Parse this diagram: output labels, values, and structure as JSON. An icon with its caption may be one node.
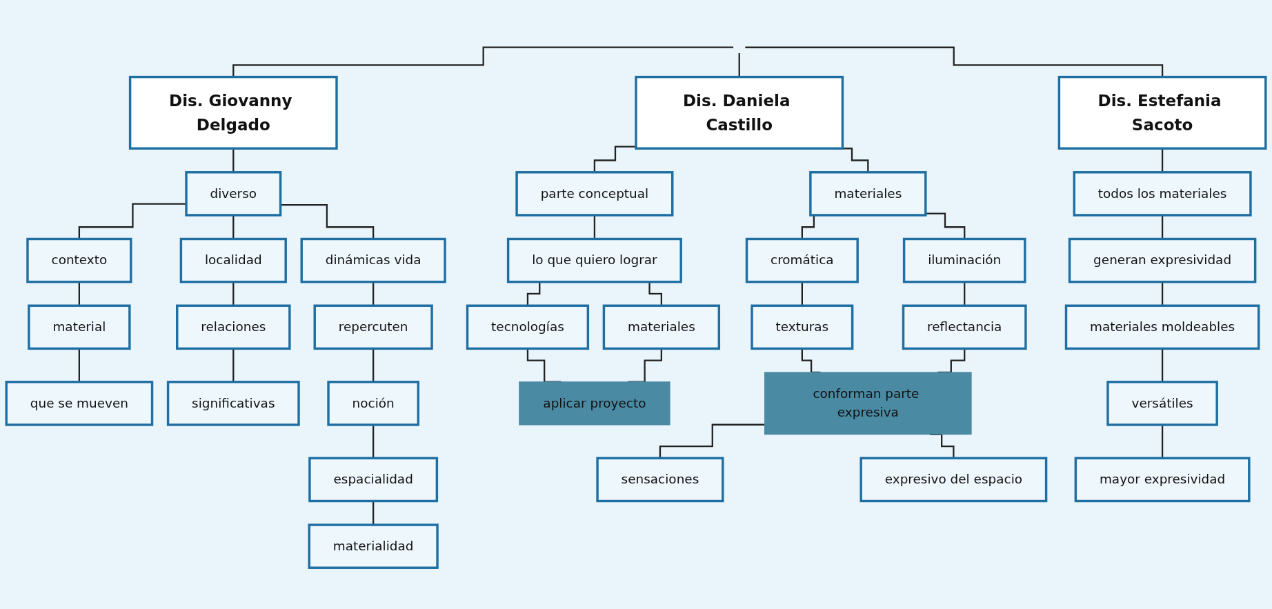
{
  "diagram": {
    "nodes": [
      {
        "text": [
          "Dis. Giovanny Delgado"
        ]
      },
      {
        "text": [
          "diverso"
        ]
      },
      {
        "text": [
          "contexto"
        ]
      },
      {
        "text": [
          "material"
        ]
      },
      {
        "text": [
          "que se mueven"
        ]
      },
      {
        "text": [
          "localidad"
        ]
      },
      {
        "text": [
          "relaciones"
        ]
      },
      {
        "text": [
          "significativas"
        ]
      },
      {
        "text": [
          "dinámicas vida"
        ]
      },
      {
        "text": [
          "repercuten"
        ]
      },
      {
        "text": [
          "noción"
        ]
      },
      {
        "text": [
          "espacialidad"
        ]
      },
      {
        "text": [
          "materialidad"
        ]
      },
      {
        "text": [
          "Dis. Daniela Castillo"
        ]
      },
      {
        "text": [
          "parte conceptual"
        ]
      },
      {
        "text": [
          "lo que quiero lograr"
        ]
      },
      {
        "text": [
          "tecnologías"
        ]
      },
      {
        "text": [
          "materiales"
        ]
      },
      {
        "text": [
          "aplicar proyecto"
        ]
      },
      {
        "text": [
          "materiales"
        ]
      },
      {
        "text": [
          "cromática"
        ]
      },
      {
        "text": [
          "texturas"
        ]
      },
      {
        "text": [
          "iluminación"
        ]
      },
      {
        "text": [
          "reflectancia"
        ]
      },
      {
        "text": [
          "conforman parte expresiva"
        ]
      },
      {
        "text": [
          "sensaciones"
        ]
      },
      {
        "text": [
          "expresivo del espacio"
        ]
      },
      {
        "text": [
          "Dis. Estefania Sacoto"
        ]
      },
      {
        "text": [
          "todos los materiales"
        ]
      },
      {
        "text": [
          "generan expresividad"
        ]
      },
      {
        "text": [
          "materiales moldeables"
        ]
      },
      {
        "text": [
          "versátiles"
        ]
      },
      {
        "text": [
          "mayor expresividad"
        ]
      }
    ],
    "edges": [
      {
        "from": null,
        "to": 0,
        "arrow": "none"
      },
      {
        "from": null,
        "to": 13,
        "arrow": "none"
      },
      {
        "from": null,
        "to": 27,
        "arrow": "none"
      },
      {
        "from": 0,
        "to": 1,
        "arrow": "none"
      },
      {
        "from": 1,
        "to": 2,
        "arrow": "none"
      },
      {
        "from": 1,
        "to": 5,
        "arrow": "none"
      },
      {
        "from": 1,
        "to": 8,
        "arrow": "none"
      },
      {
        "from": 2,
        "to": 3,
        "arrow": "none"
      },
      {
        "from": 3,
        "to": 4,
        "arrow": "none"
      },
      {
        "from": 5,
        "to": 6,
        "arrow": "none"
      },
      {
        "from": 6,
        "to": 7,
        "arrow": "none"
      },
      {
        "from": 8,
        "to": 9,
        "arrow": "none"
      },
      {
        "from": 9,
        "to": 10,
        "arrow": "none"
      },
      {
        "from": 10,
        "to": 11,
        "arrow": "none"
      },
      {
        "from": 11,
        "to": 12,
        "arrow": "none"
      },
      {
        "from": 13,
        "to": 14,
        "arrow": "none"
      },
      {
        "from": 13,
        "to": 19,
        "arrow": "none"
      },
      {
        "from": 14,
        "to": 15,
        "arrow": "none"
      },
      {
        "from": 15,
        "to": 16,
        "arrow": "none"
      },
      {
        "from": 15,
        "to": 17,
        "arrow": "none"
      },
      {
        "from": 16,
        "to": 18,
        "arrow": "none"
      },
      {
        "from": 17,
        "to": 18,
        "arrow": "none"
      },
      {
        "from": 19,
        "to": 20,
        "arrow": "none"
      },
      {
        "from": 19,
        "to": 22,
        "arrow": "none"
      },
      {
        "from": 20,
        "to": 21,
        "arrow": "none"
      },
      {
        "from": 22,
        "to": 23,
        "arrow": "none"
      },
      {
        "from": 21,
        "to": 24,
        "arrow": "none"
      },
      {
        "from": 23,
        "to": 24,
        "arrow": "none"
      },
      {
        "from": 24,
        "to": 25,
        "arrow": "none"
      },
      {
        "from": 24,
        "to": 26,
        "arrow": "none"
      },
      {
        "from": 27,
        "to": 28,
        "arrow": "none"
      },
      {
        "from": 28,
        "to": 29,
        "arrow": "none"
      },
      {
        "from": 29,
        "to": 30,
        "arrow": "none"
      },
      {
        "from": 30,
        "to": 31,
        "arrow": "none"
      },
      {
        "from": 31,
        "to": 32,
        "arrow": "none"
      }
    ]
  }
}
